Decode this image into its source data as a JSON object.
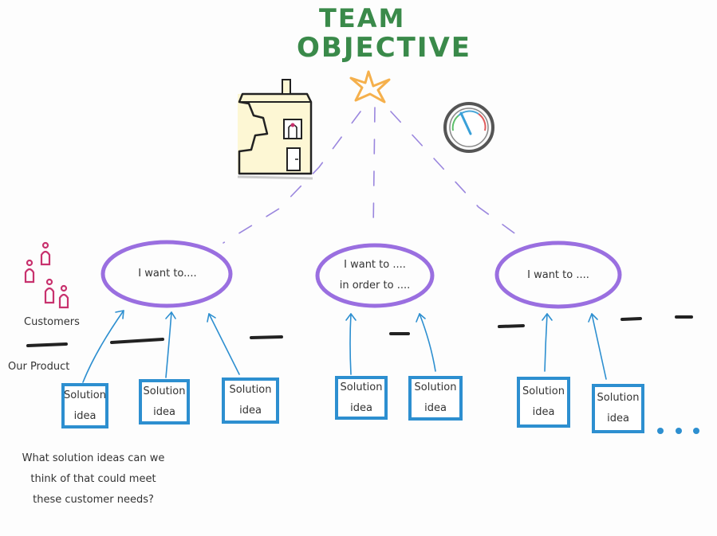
{
  "title": {
    "line1": "TEAM",
    "line2": "OBJECTIVE"
  },
  "colors": {
    "title": "#3a8a4a",
    "star": "#f5b04c",
    "goal_outline": "#9a6fe0",
    "solution_outline": "#2d8fd0",
    "customers": "#c8326e",
    "dashes": "#222222",
    "dotted_lines": "#9a86de"
  },
  "goals": [
    {
      "text": "I want to...."
    },
    {
      "text": "I want to ....\nin order to ...."
    },
    {
      "text": "I want to ...."
    }
  ],
  "solutions": [
    {
      "label": "Solution\nidea"
    },
    {
      "label": "Solution\nidea"
    },
    {
      "label": "Solution\nidea"
    },
    {
      "label": "Solution\nidea"
    },
    {
      "label": "Solution\nidea"
    },
    {
      "label": "Solution\nidea"
    },
    {
      "label": "Solution\nidea"
    }
  ],
  "labels": {
    "customers": "Customers",
    "our_product": "Our Product",
    "question": "What solution ideas can we\nthink of that could meet\nthese customer needs?"
  },
  "icons": {
    "star": "star-icon",
    "building": "building-icon",
    "gauge": "gauge-icon",
    "customers": "people-icon",
    "ellipsis": "ellipsis-icon"
  }
}
